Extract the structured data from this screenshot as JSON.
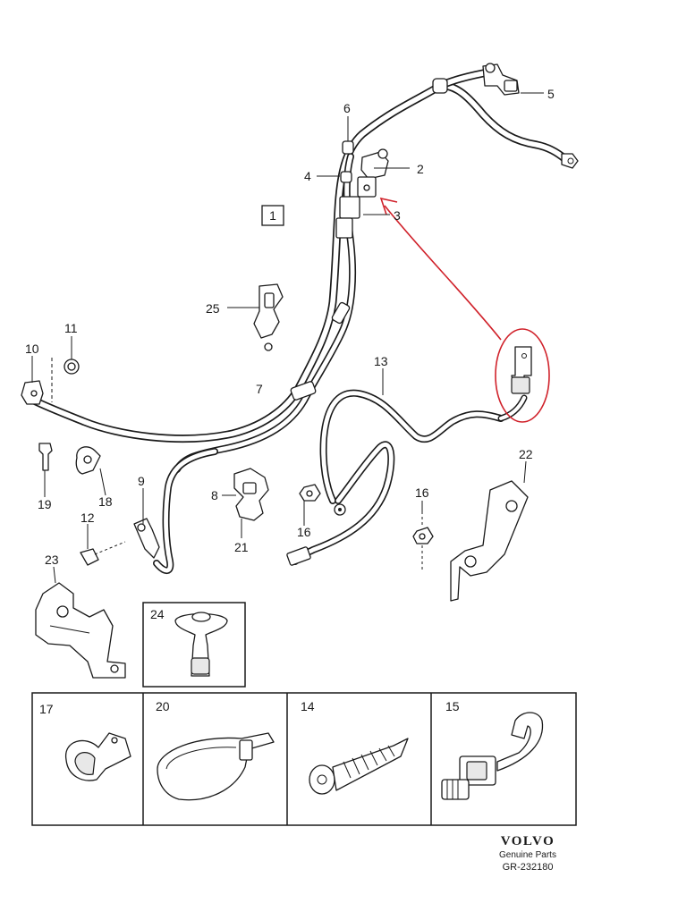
{
  "diagram": {
    "callouts": {
      "c1": "1",
      "c2": "2",
      "c3": "3",
      "c4": "4",
      "c5": "5",
      "c6": "6",
      "c7": "7",
      "c8": "8",
      "c9": "9",
      "c10": "10",
      "c11": "11",
      "c12": "12",
      "c13": "13",
      "c16a": "16",
      "c16b": "16",
      "c18": "18",
      "c19": "19",
      "c21": "21",
      "c22": "22",
      "c23": "23",
      "c24": "24",
      "c25": "25"
    },
    "detail_boxes": {
      "b17": "17",
      "b20": "20",
      "b14": "14",
      "b15": "15"
    },
    "highlight_color": "#d0212a"
  },
  "footer": {
    "brand": "VOLVO",
    "tagline": "Genuine Parts",
    "code": "GR-232180"
  }
}
